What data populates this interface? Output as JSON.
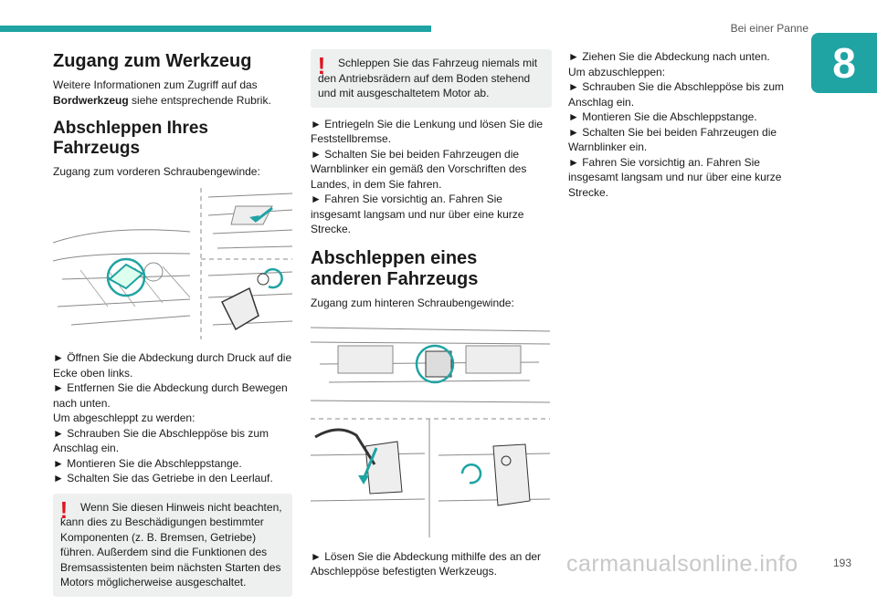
{
  "header": {
    "section": "Bei einer Panne",
    "chapter": "8"
  },
  "col1": {
    "h1": "Zugang zum Werkzeug",
    "p1_a": "Weitere Informationen zum Zugriff auf das ",
    "p1_b": "Bordwerkzeug",
    "p1_c": " siehe entsprechende Rubrik.",
    "h2": "Abschleppen Ihres Fahrzeugs",
    "p2": "Zugang zum vorderen Schraubengewinde:",
    "steps": [
      "► Öffnen Sie die Abdeckung durch Druck auf die Ecke oben links.",
      "► Entfernen Sie die Abdeckung durch Bewegen nach unten.",
      "Um abgeschleppt zu werden:",
      "► Schrauben Sie die Abschleppöse bis zum Anschlag ein.",
      "► Montieren Sie die Abschleppstange.",
      "► Schalten Sie das Getriebe in den Leerlauf."
    ],
    "warning": "Wenn Sie diesen Hinweis nicht beachten, kann dies zu Beschädigungen bestimmter Komponenten (z. B. Bremsen, Getriebe) führen. Außerdem sind die Funktionen des Bremsassistenten beim nächsten Starten des Motors möglicherweise ausgeschaltet."
  },
  "col2": {
    "warning": "Schleppen Sie das Fahrzeug niemals mit den Antriebsrädern auf dem Boden stehend und mit ausgeschaltetem Motor ab.",
    "steps": [
      "► Entriegeln Sie die Lenkung und lösen Sie die Feststellbremse.",
      "► Schalten Sie bei beiden Fahrzeugen die Warnblinker ein gemäß den Vorschriften des Landes, in dem Sie fahren.",
      "► Fahren Sie vorsichtig an. Fahren Sie insgesamt langsam und nur über eine kurze Strecke."
    ],
    "h2": "Abschleppen eines anderen Fahrzeugs",
    "p": "Zugang zum hinteren Schraubengewinde:",
    "step_after": "► Lösen Sie die Abdeckung mithilfe des an der Abschleppöse befestigten Werkzeugs."
  },
  "col3": {
    "steps": [
      "► Ziehen Sie die Abdeckung nach unten.",
      "Um abzuschleppen:",
      "► Schrauben Sie die Abschleppöse bis zum Anschlag ein.",
      "► Montieren Sie die Abschleppstange.",
      "► Schalten Sie bei beiden Fahrzeugen die Warnblinker ein.",
      "► Fahren Sie vorsichtig an. Fahren Sie insgesamt langsam und nur über eine kurze Strecke."
    ]
  },
  "footer": {
    "page": "193",
    "watermark": "carmanualsonline.info"
  },
  "colors": {
    "accent": "#1fa3a3",
    "warning": "#e0141e"
  },
  "icons": {
    "warning": "exclamation-mark-icon"
  }
}
